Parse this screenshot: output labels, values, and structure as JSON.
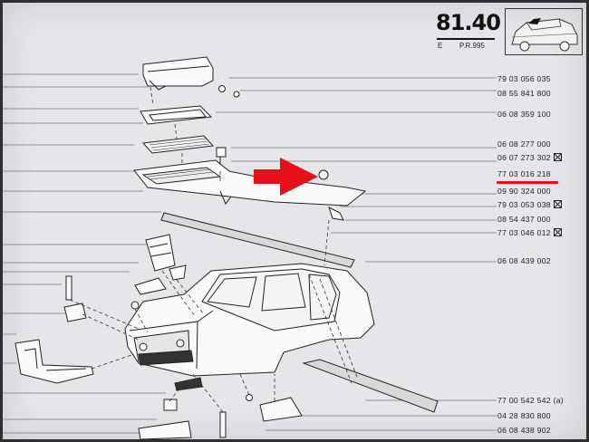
{
  "header": {
    "page_number": "81.40",
    "subtitle_e": "E",
    "subtitle_pr": "P.R.995"
  },
  "highlight": {
    "color": "#e8101a",
    "arrow_icon": "red-arrow-icon",
    "highlighted_ref": "77 03 016 218"
  },
  "references": [
    {
      "id": "ref-1",
      "text": "79 03 056 035",
      "marker": "none"
    },
    {
      "id": "ref-2",
      "text": "08 55 841 800",
      "marker": "none"
    },
    {
      "id": "ref-3",
      "text": "06 08 359 100",
      "marker": "none"
    },
    {
      "id": "ref-4",
      "text": "06 08 277 000",
      "marker": "none"
    },
    {
      "id": "ref-5",
      "text": "06 07 273 302",
      "marker": "box"
    },
    {
      "id": "ref-6",
      "text": "77 03 016 218",
      "marker": "none"
    },
    {
      "id": "ref-7",
      "text": "09 90 324 000",
      "marker": "none"
    },
    {
      "id": "ref-8",
      "text": "79 03 053 038",
      "marker": "box"
    },
    {
      "id": "ref-9",
      "text": "08 54 437 000",
      "marker": "none"
    },
    {
      "id": "ref-10",
      "text": "77 03 046 012",
      "marker": "box"
    },
    {
      "id": "ref-11",
      "text": "06 08 439 002",
      "marker": "none"
    },
    {
      "id": "ref-12",
      "text": "77 00 542 542",
      "marker": "(a)"
    },
    {
      "id": "ref-13",
      "text": "04 28 830 800",
      "marker": "none"
    },
    {
      "id": "ref-14",
      "text": "06 08 438 902",
      "marker": "none"
    }
  ]
}
